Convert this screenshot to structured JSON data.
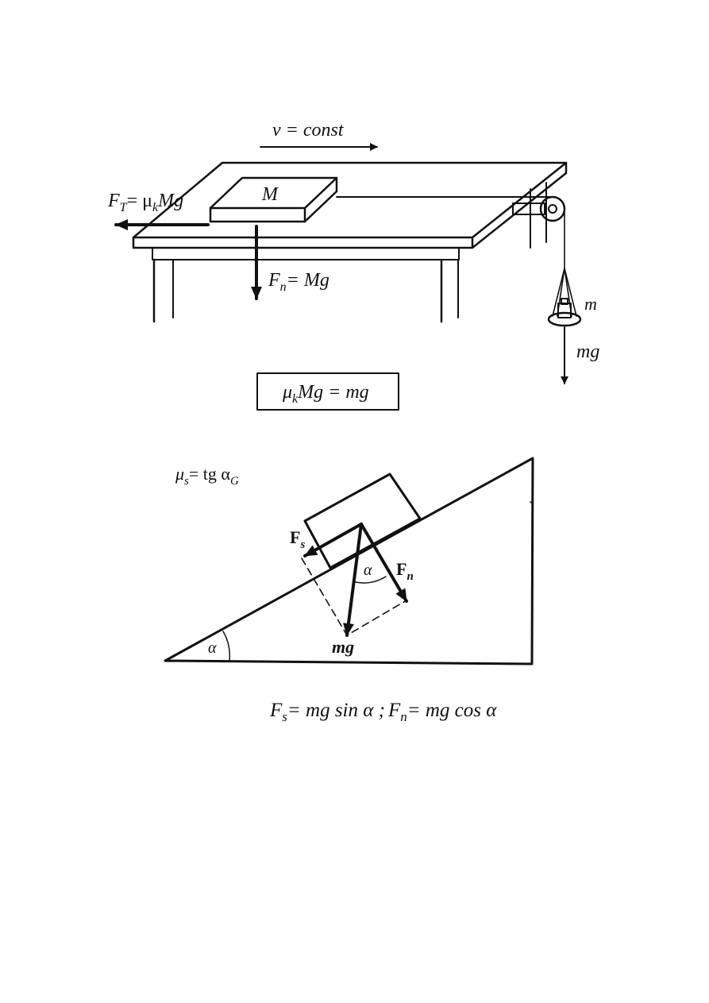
{
  "top_figure": {
    "velocity": "v = const",
    "friction_force": "F",
    "friction_force_sub": "T",
    "friction_force_eq": "= μ",
    "friction_force_mu_sub": "k",
    "friction_force_rest": "Mg",
    "block_mass": "M",
    "normal_force": "F",
    "normal_force_sub": "n",
    "normal_force_rest": "= Mg",
    "hanging_mass": "m",
    "weight_force": "mg",
    "balance_eq_mu": "μ",
    "balance_eq_sub": "k",
    "balance_eq_rest": "Mg = mg"
  },
  "incline_figure": {
    "static_mu": "μ",
    "static_mu_sub": "s",
    "static_mu_eq": "= tg α",
    "static_mu_eq_sub": "G",
    "force_parallel": "F",
    "force_parallel_sub": "s",
    "force_normal": "F",
    "force_normal_sub": "n",
    "angle_label_vectors": "α",
    "angle_label_base": "α",
    "gravity": "mg",
    "formula_fs": "F",
    "formula_fs_sub": "s",
    "formula_fs_rest": "= mg sin α ;",
    "formula_fn": "F",
    "formula_fn_sub": "n",
    "formula_fn_rest": "= mg cos α"
  },
  "colors": {
    "ink": "#111111",
    "paper": "#ffffff"
  }
}
